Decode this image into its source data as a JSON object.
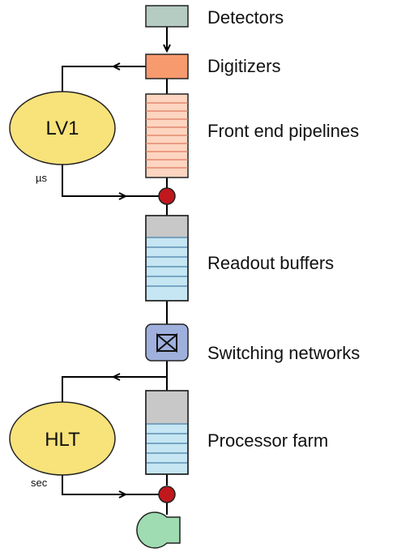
{
  "stages": {
    "detectors": "Detectors",
    "digitizers": "Digitizers",
    "front_end_pipelines": "Front end pipelines",
    "readout_buffers": "Readout buffers",
    "switching_networks": "Switching networks",
    "processor_farm": "Processor farm"
  },
  "triggers": {
    "lv1": {
      "label": "LV1",
      "latency": "µs"
    },
    "hlt": {
      "label": "HLT",
      "latency": "sec"
    }
  },
  "colors": {
    "detectors": "#b5ccc2",
    "digitizers": "#f79a6e",
    "pipeline": "#fdd5c0",
    "pipeline_lines": "#e07a5f",
    "buffer": "#c5e6f2",
    "buffer_top": "#c8c8c8",
    "buffer_lines": "#4a7fa8",
    "switch": "#9fb0dd",
    "trigger": "#f8e27a",
    "junction": "#c0181d",
    "storage": "#9fdcb2"
  },
  "icons": {
    "switch": "bowtie-switch-icon",
    "storage": "storage-pump-icon",
    "junction": "junction-dot-icon"
  }
}
